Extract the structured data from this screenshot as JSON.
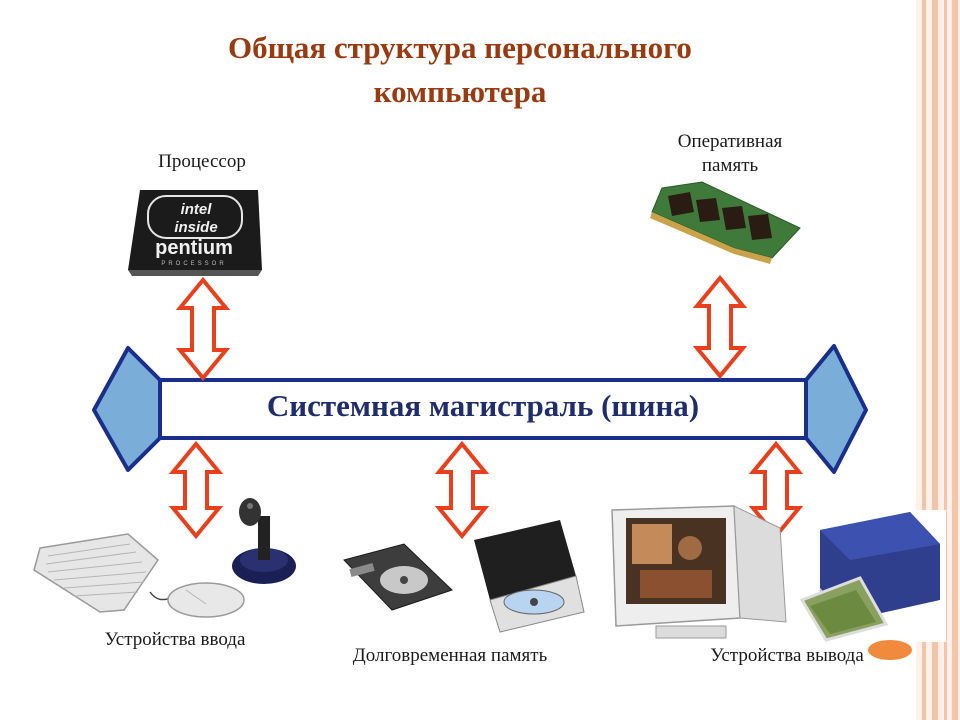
{
  "title": "Общая структура персонального компьютера",
  "bus_label": "Системная магистраль (шина)",
  "components": {
    "processor": "Процессор",
    "ram": "Оперативная память",
    "input_devices": "Устройства ввода",
    "storage": "Долговременная память",
    "output_devices": "Устройства вывода"
  },
  "chip": {
    "brand_line1": "intel",
    "brand_line2": "inside",
    "model": "pentium",
    "sub": "PROCESSOR"
  },
  "colors": {
    "title": "#9a3a10",
    "bus_fill": "#7aaed8",
    "bus_stroke": "#1a2e8c",
    "arrow": "#e8401c",
    "stripes": "#f4c3a8"
  }
}
